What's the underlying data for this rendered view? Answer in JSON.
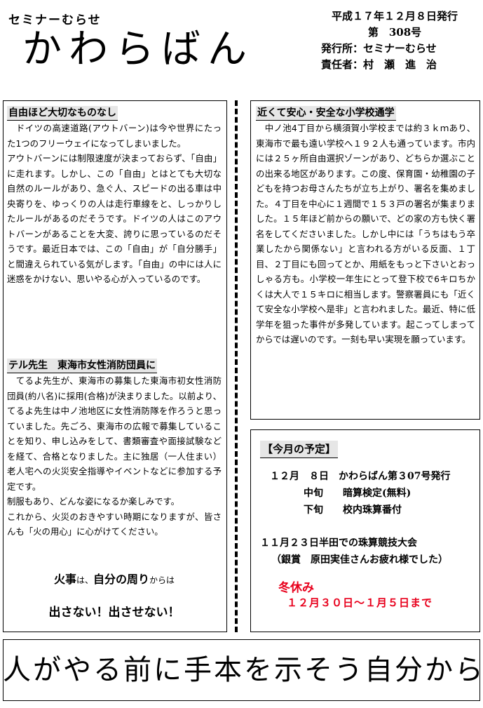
{
  "header": {
    "small_title": "セミナーむらせ",
    "big_title": "かわらばん",
    "issue_date": "平成１７年１２月８日発行",
    "issue_number": "第　308号",
    "publisher": "発行所：セミナーむらせ",
    "editor": "責任者：村　瀬　進　治"
  },
  "section1": {
    "heading": "自由ほど大切なものなし",
    "paragraphs": [
      "　ドイツの高速道路(アウトバーン)は今や世界にたった1つのフリーウェイになってしまいました。",
      "アウトバーンには制限速度が決まっておらず、「自由」に走れます。しかし、この「自由」とはとても大切な自然のルールがあり、急ぐ人、スピードの出る車は中央寄りを、ゆっくりの人は走行車線をと、しっかりしたルールがあるのだそうです。ドイツの人はこのアウトバーンがあることを大変、誇りに思っているのだそうです。最近日本では、この「自由」が「自分勝手」と間違えられている気がします。「自由」の中には人に迷惑をかけない、思いやる心が入っているのです。"
    ]
  },
  "section2": {
    "heading": "テル先生　東海市女性消防団員に",
    "paragraphs": [
      "　てるよ先生が、東海市の募集した東海市初女性消防団員(約八名)に採用(合格)が決まりました。以前より、てるよ先生は中ノ池地区に女性消防隊を作ろうと思っていました。先ごろ、東海市の広報で募集していることを知り、申し込みをして、書類審査や面接試験などを経て、合格となりました。主に独居（一人住まい）老人宅への火災安全指導やイベントなどに参加する予定です。",
      "制服もあり、どんな姿になるか楽しみです。",
      "これから、火災のおきやすい時期になりますが、皆さんも「火の用心」に心がけてください。"
    ],
    "fire_line1_a": "火事",
    "fire_line1_b": "は、",
    "fire_line1_c": "自分の周り",
    "fire_line1_d": "からは",
    "fire_line2": "出さない！出させない！"
  },
  "section3": {
    "heading": "近くて安心・安全な小学校通学",
    "paragraphs": [
      "　中ノ池4丁目から横須賀小学校までは約３ｋｍあり、東海市で最も遠い学校へ１９２人も通っています。市内には２５ヶ所自由選択ゾーンがあり、どちらか選ぶことの出来る地区があります。この度、保育園・幼稚園の子どもを持つお母さんたちが立ち上がり、署名を集めました。４丁目を中心に１週間で１５３戸の署名が集まりました。１５年ほど前からの願いで、どの家の方も快く署名をしてくださいました。しかし中には「うちはもう卒業したから関係ない」と言われる方がいる反面、１丁目、２丁目にも回ってとか、用紙をもっと下さいとおっしゃる方も。小学校一年生にとって登下校で6キロちかくは大人で１５キロに相当します。警察署員にも「近くて安全な小学校へ是非」と言われました。最近、特に低学年を狙った事件が多発しています。起こってしまってからでは遅いのです。一刻も早い実現を願っています。"
    ]
  },
  "schedule": {
    "title": "【今月の予定】",
    "line1": "１２月　８日　かわらばん第３07号発行",
    "line2": "中旬　　暗算検定(無料)",
    "line3": "下旬　　校内珠算番付",
    "line4": "１１月２３日半田での珠算競技大会",
    "line5": "（銀賞　原田実佳さんお疲れ様でした）",
    "winter_title": "冬休み",
    "winter_dates": "１２月３０日～１月５日まで"
  },
  "slogan": "人がやる前に手本を示そう自分から",
  "colors": {
    "winter_red": "#e8001c",
    "heading_bg": "#e6e6e6"
  }
}
